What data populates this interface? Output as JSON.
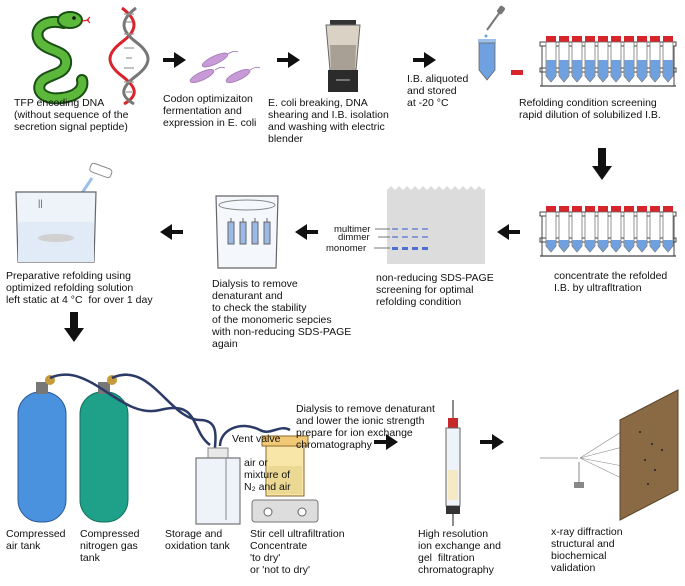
{
  "steps": [
    {
      "id": "tfp-dna",
      "label": "TFP encoding DNA\n(without sequence of the\nsecretion signal peptide)"
    },
    {
      "id": "codon-opt",
      "label": "Codon optimizaiton\nfermentation and\nexpression in E. coli"
    },
    {
      "id": "ecoli-breaking",
      "label": "E. coli breaking, DNA\nshearing and I.B. isolation\nand washing with electric\nblender"
    },
    {
      "id": "ib-aliquot",
      "label": "I.B. aliquoted\nand stored\nat -20 °C"
    },
    {
      "id": "refold-screen",
      "label": "Refolding condition screening\nrapid dilution of solubilized I.B."
    },
    {
      "id": "concentrate",
      "label": "concentrate the refolded\nI.B. by ultrafltration"
    },
    {
      "id": "sds-page",
      "label": "non-reducing SDS-PAGE\nscreening for optimal\nrefolding condition"
    },
    {
      "id": "dialysis-1",
      "label": "Dialysis to remove\ndenaturant and\nto check the stability\nof the monomeric sepcies\nwith non-reducing SDS-PAGE\nagain"
    },
    {
      "id": "prep-refold",
      "label": "Preparative refolding using\noptimized refolding solution\nleft static at 4 °C  for over 1 day"
    },
    {
      "id": "dialysis-2",
      "label": "Dialysis to remove denaturant\nand lower the ionic strength\nprepare for ion exchange\nchromatography"
    },
    {
      "id": "hplc",
      "label": "High resolution\nion exchange and\ngel  filtration\nchromatography"
    },
    {
      "id": "xray",
      "label": "x-ray diffraction\nstructural and\nbiochemical\nvalidation"
    }
  ],
  "gel": {
    "multimer": "multimer",
    "dimmer": "dimmer",
    "monomer": "monomer"
  },
  "equipment": {
    "air_tank": "Compressed\nair tank",
    "n2_tank": "Compressed\nnitrogen gas\ntank",
    "storage_tank": "Storage and\noxidation tank",
    "stir_cell": "Stir cell ultrafiltration\nConcentrate\n'to dry'\nor 'not to dry'",
    "vent_valve": "Vent valve",
    "air_or_mixture": "air or\nmixture of\nN₂ and air"
  },
  "colors": {
    "snake": "#5bb83a",
    "dna_red": "#d8252b",
    "bacteria": "#c99ad8",
    "tube_blue": "#6fa0e0",
    "cap_red": "#d8252b",
    "air_tank": "#4a92dd",
    "n2_tank": "#1fa088",
    "arrow": "#111111",
    "gel_band": "#4d6fd0"
  }
}
